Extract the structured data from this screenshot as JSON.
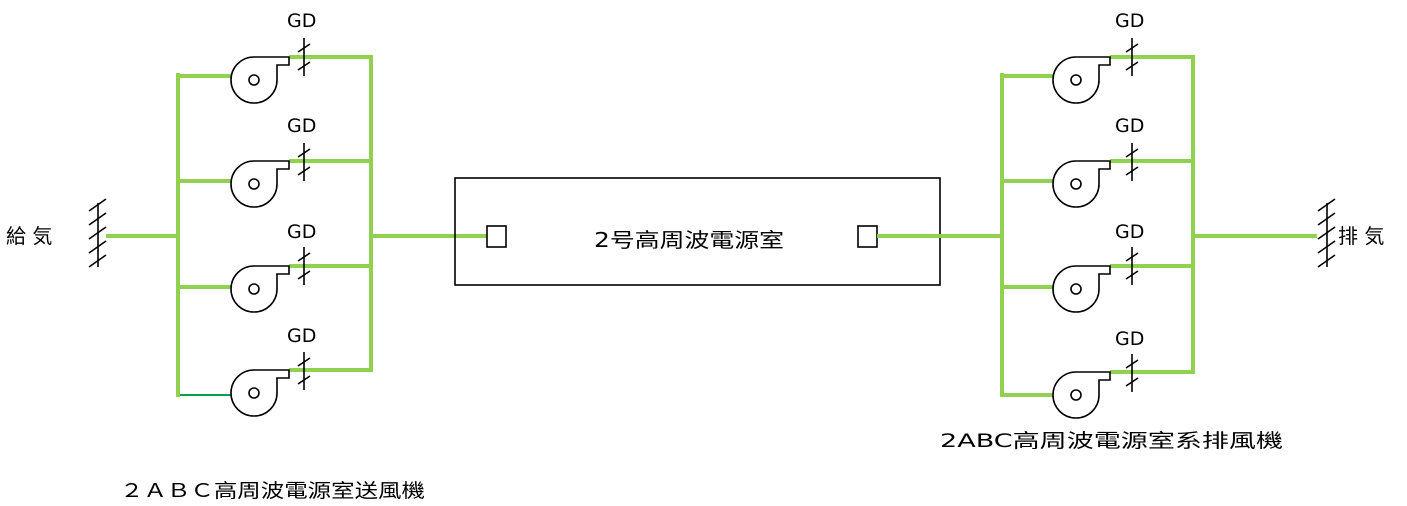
{
  "room": {
    "label": "2号高周波電源室"
  },
  "intake": {
    "label": "給 気"
  },
  "exhaust": {
    "label": "排 気"
  },
  "damper_label": "GD",
  "supply_group": {
    "caption": "２ＡＢＣ高周波電源室送風機",
    "fan_count": 4
  },
  "exhaust_group": {
    "caption": "2ABC高周波電源室系排風機",
    "fan_count": 4
  },
  "colors": {
    "duct": "#92d050",
    "duct_thin": "#00a050",
    "ink": "#000000"
  }
}
